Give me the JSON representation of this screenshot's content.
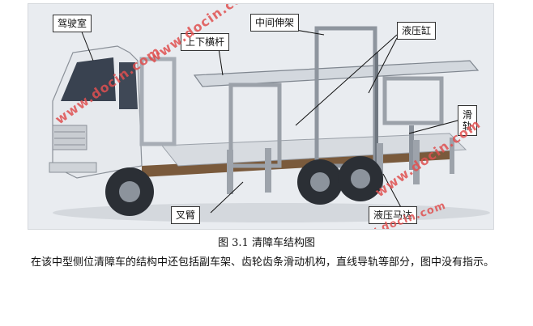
{
  "figure": {
    "callouts": {
      "cab": "驾驶室",
      "crossbar": "上下横杆",
      "middle_arm": "中间伸架",
      "cylinder": "液压缸",
      "rail": "滑轨",
      "fork_arm": "叉臂",
      "hydraulic_motor": "液压马达"
    },
    "watermarks": [
      "www.docin.com",
      "www.docin.com",
      "www.docin.com",
      "www.docin.com"
    ]
  },
  "caption": "图 3.1  清障车结构图",
  "body_text": "在该中型侧位清障车的结构中还包括副车架、齿轮齿条滑动机构，直线导轨等部分，图中没有指示。",
  "colors": {
    "truck_body": "#dfe3e8",
    "chassis": "#7a5a3c",
    "watermark": "#e05050"
  }
}
